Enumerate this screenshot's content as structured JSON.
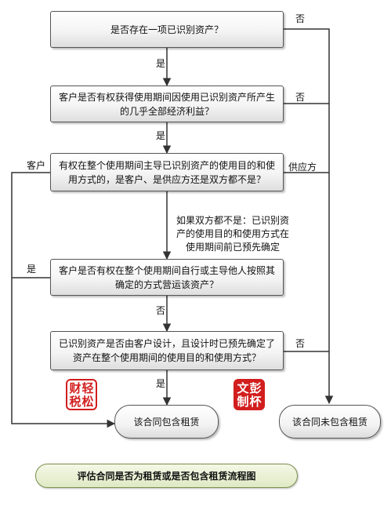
{
  "flowchart": {
    "title": "评估合同是否为租赁或是否包含租赁流程图",
    "steps": [
      {
        "id": "q1",
        "text": "是否存在一项已识别资产？"
      },
      {
        "id": "q2",
        "text": "客户是否有权获得使用期间因使用已识别资产所产生的几乎全部经济利益？"
      },
      {
        "id": "q3",
        "text": "有权在整个使用期间主导已识别资产的使用目的和使用方式的，是客户、是供应方还是双方都不是？"
      },
      {
        "id": "q4",
        "text": "客户是否有权在整个使用期间自行或主导他人按照其确定的方式营运该资产？"
      },
      {
        "id": "q5",
        "text": "已识别资产是否由客户设计，且设计时已预先确定了资产在整个使用期间的使用目的和使用方式？"
      }
    ],
    "note": "如果双方都不是：已识别资产的使用目的和使用方式在使用期间前已预先确定",
    "outcomes": {
      "lease": "该合同包含租赁",
      "no_lease": "该合同未包含租赁"
    },
    "edge_labels": {
      "q1_no": "否",
      "q1_yes": "是",
      "q2_no": "否",
      "q2_yes": "是",
      "q3_customer": "客户",
      "q3_supplier": "供应方",
      "q4_yes": "是",
      "q4_no": "否",
      "q5_no": "否",
      "q5_yes": "是"
    },
    "stamps": {
      "left": [
        "财",
        "轻",
        "税",
        "松"
      ],
      "right": [
        "文",
        "彭",
        "制",
        "杯"
      ],
      "color": "#d21e1e"
    }
  }
}
